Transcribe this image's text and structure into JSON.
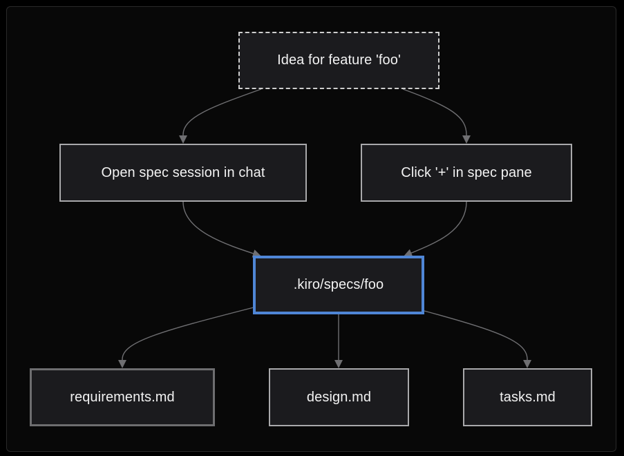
{
  "diagram": {
    "nodes": {
      "idea": "Idea for feature 'foo'",
      "open_spec": "Open spec session in chat",
      "click_plus": "Click '+' in spec pane",
      "kiro_specs": ".kiro/specs/foo",
      "requirements": "requirements.md",
      "design": "design.md",
      "tasks": "tasks.md"
    },
    "edges": [
      {
        "from": "idea",
        "to": "open_spec"
      },
      {
        "from": "idea",
        "to": "click_plus"
      },
      {
        "from": "open_spec",
        "to": "kiro_specs"
      },
      {
        "from": "click_plus",
        "to": "kiro_specs"
      },
      {
        "from": "kiro_specs",
        "to": "requirements"
      },
      {
        "from": "kiro_specs",
        "to": "design"
      },
      {
        "from": "kiro_specs",
        "to": "tasks"
      }
    ],
    "colors": {
      "background": "#000000",
      "node_fill": "#1b1b1e",
      "node_border": "#a9a9ab",
      "highlight_border": "#4f86d6",
      "edge": "#6f6f72",
      "text": "#f2f2f2"
    }
  }
}
